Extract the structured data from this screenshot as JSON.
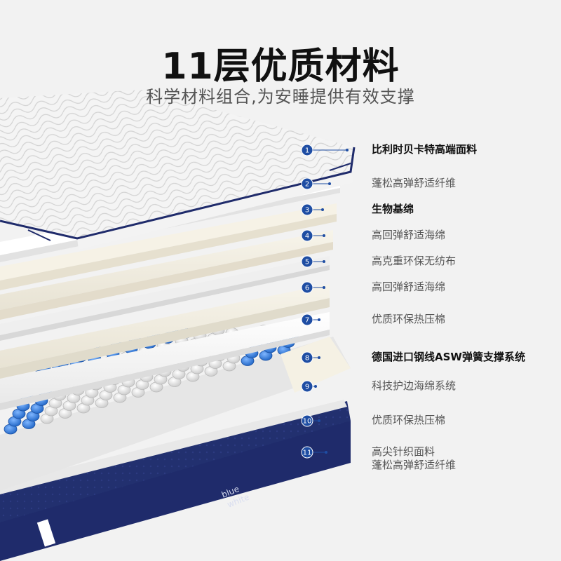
{
  "header": {
    "title": "11层优质材料",
    "subtitle": "科学材料组合,为安睡提供有效支撑"
  },
  "brand": [
    "blue",
    "white"
  ],
  "colors": {
    "background": "#f2f2f2",
    "badge": "#1e4da3",
    "base_fabric": "#1f2b6b",
    "spring_blue": "#2f7ee0",
    "spring_white": "#f7f7f7"
  },
  "layers": [
    {
      "number": "1",
      "label": "比利时贝卡特高端面料",
      "emphasis": true
    },
    {
      "number": "2",
      "label": "蓬松高弹舒适纤维",
      "emphasis": false
    },
    {
      "number": "3",
      "label": "生物基绵",
      "emphasis": true
    },
    {
      "number": "4",
      "label": "高回弹舒适海绵",
      "emphasis": false
    },
    {
      "number": "5",
      "label": "高克重环保无纺布",
      "emphasis": false
    },
    {
      "number": "6",
      "label": "高回弹舒适海绵",
      "emphasis": false
    },
    {
      "number": "7",
      "label": "优质环保热压棉",
      "emphasis": false
    },
    {
      "number": "8",
      "label": "德国进口钢线ASW弹簧支撑系统",
      "emphasis": true
    },
    {
      "number": "9",
      "label": "科技护边海绵系统",
      "emphasis": false
    },
    {
      "number": "10",
      "label": "优质环保热压棉",
      "emphasis": false
    },
    {
      "number": "11",
      "label": "高尖针织面料",
      "label_line2": "蓬松高弹舒适纤维",
      "emphasis": false
    }
  ]
}
